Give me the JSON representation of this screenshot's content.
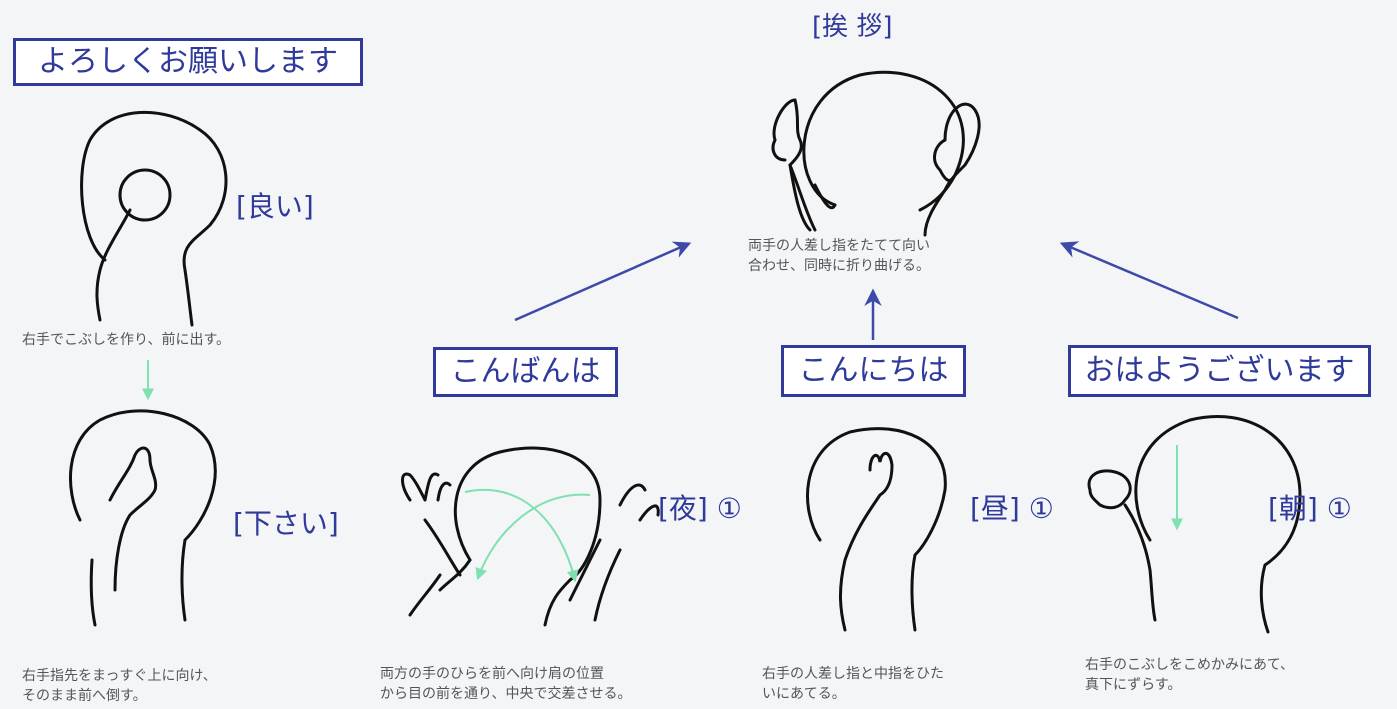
{
  "title": "[挨 拶]",
  "greeting_center": {
    "caption": "両手の人差し指をたてて向い\n合わせ、同時に折り曲げる。"
  },
  "yoroshiku": {
    "box": "よろしくお願いします",
    "step1_label": "[良い]",
    "step1_caption": "右手でこぶしを作り、前に出す。",
    "step2_label": "[下さい]",
    "step2_caption": "右手指先をまっすぐ上に向け、\nそのまま前へ倒す。"
  },
  "konbanwa": {
    "box": "こんばんは",
    "label": "[夜] ①",
    "caption": "両方の手のひらを前へ向け肩の位置\nから目の前を通り、中央で交差させる。"
  },
  "konnichiwa": {
    "box": "こんにちは",
    "label": "[昼] ①",
    "caption": "右手の人差し指と中指をひた\nいにあてる。"
  },
  "ohayou": {
    "box": "おはようございます",
    "label": "[朝] ①",
    "caption": "右手のこぶしをこめかみにあて、\n真下にずらす。"
  },
  "colors": {
    "box_border": "#2f3a9a",
    "arrow": "#3d4aa8",
    "motion_arrow": "#7fe0b0",
    "line": "#111111"
  }
}
